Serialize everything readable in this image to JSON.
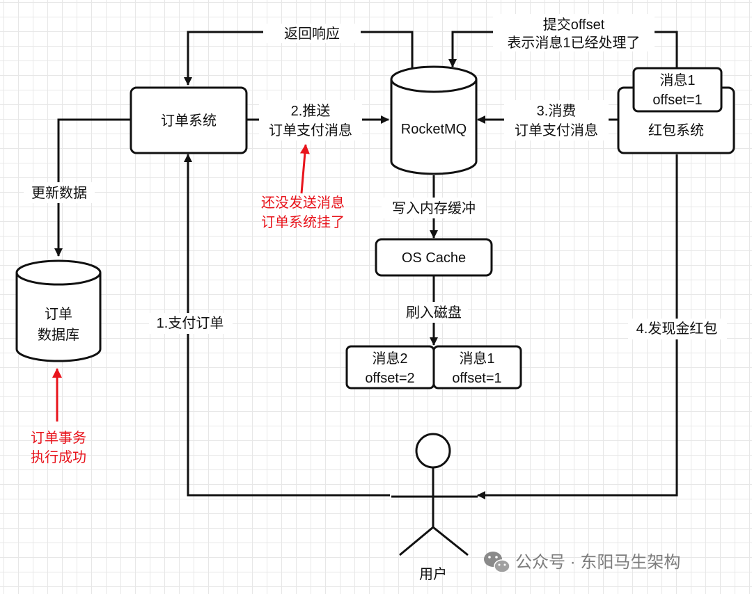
{
  "nodes": {
    "order_system": "订单系统",
    "rocketmq": "RocketMQ",
    "redpacket_system": "红包系统",
    "os_cache": "OS Cache",
    "order_db_line1": "订单",
    "order_db_line2": "数据库",
    "consumed_msg_line1": "消息1",
    "consumed_msg_line2": "offset=1",
    "disk_msg2_line1": "消息2",
    "disk_msg2_line2": "offset=2",
    "disk_msg1_line1": "消息1",
    "disk_msg1_line2": "offset=1",
    "user": "用户"
  },
  "edges": {
    "return_response": "返回响应",
    "commit_offset_line1": "提交offset",
    "commit_offset_line2": "表示消息1已经处理了",
    "push_line1": "2.推送",
    "push_line2": "订单支付消息",
    "consume_line1": "3.消费",
    "consume_line2": "订单支付消息",
    "update_data": "更新数据",
    "write_memory": "写入内存缓冲",
    "flush_disk": "刷入磁盘",
    "pay_order": "1.支付订单",
    "issue_redpacket": "4.发现金红包"
  },
  "annotations": {
    "crash_line1": "还没发送消息",
    "crash_line2": "订单系统挂了",
    "tx_line1": "订单事务",
    "tx_line2": "执行成功"
  },
  "watermark": {
    "text": "公众号 · 东阳马生架构",
    "icon": "wechat-icon"
  },
  "colors": {
    "stroke": "#111111",
    "annotation": "#e8141c",
    "watermark": "#7d7d7d"
  }
}
